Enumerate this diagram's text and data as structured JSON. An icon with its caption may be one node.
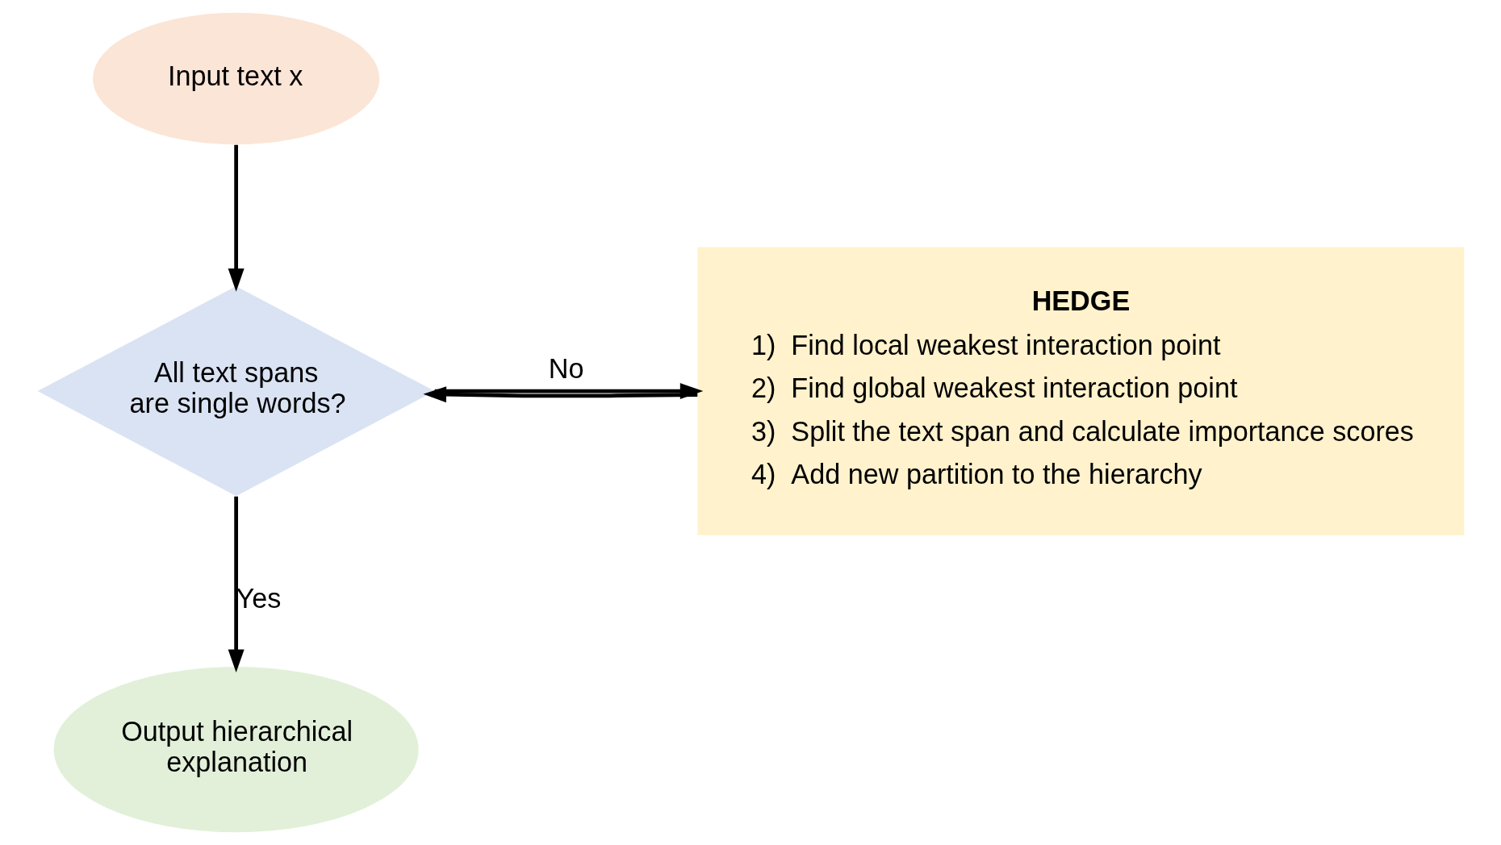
{
  "diagram": {
    "nodes": [
      {
        "text": [
          "Input text x"
        ]
      },
      {
        "text": [
          "All text spans are single words?"
        ]
      },
      {
        "text": [
          "HEDGE",
          "1)  Find local weakest interaction point",
          "2)  Find global weakest interaction point",
          "3)  Split the text span and calculate importance scores",
          "4)  Add new partition to the hierarchy"
        ]
      },
      {
        "text": [
          "Output hierarchical explanation"
        ]
      }
    ],
    "edges": [
      {
        "from": 0,
        "to": 1,
        "arrow": "to"
      },
      {
        "from": 1,
        "to": 2,
        "label": "No",
        "arrow": "to"
      },
      {
        "from": 2,
        "to": 1,
        "arrow": "to"
      },
      {
        "from": 1,
        "to": 3,
        "label": "Yes",
        "arrow": "to"
      }
    ]
  }
}
